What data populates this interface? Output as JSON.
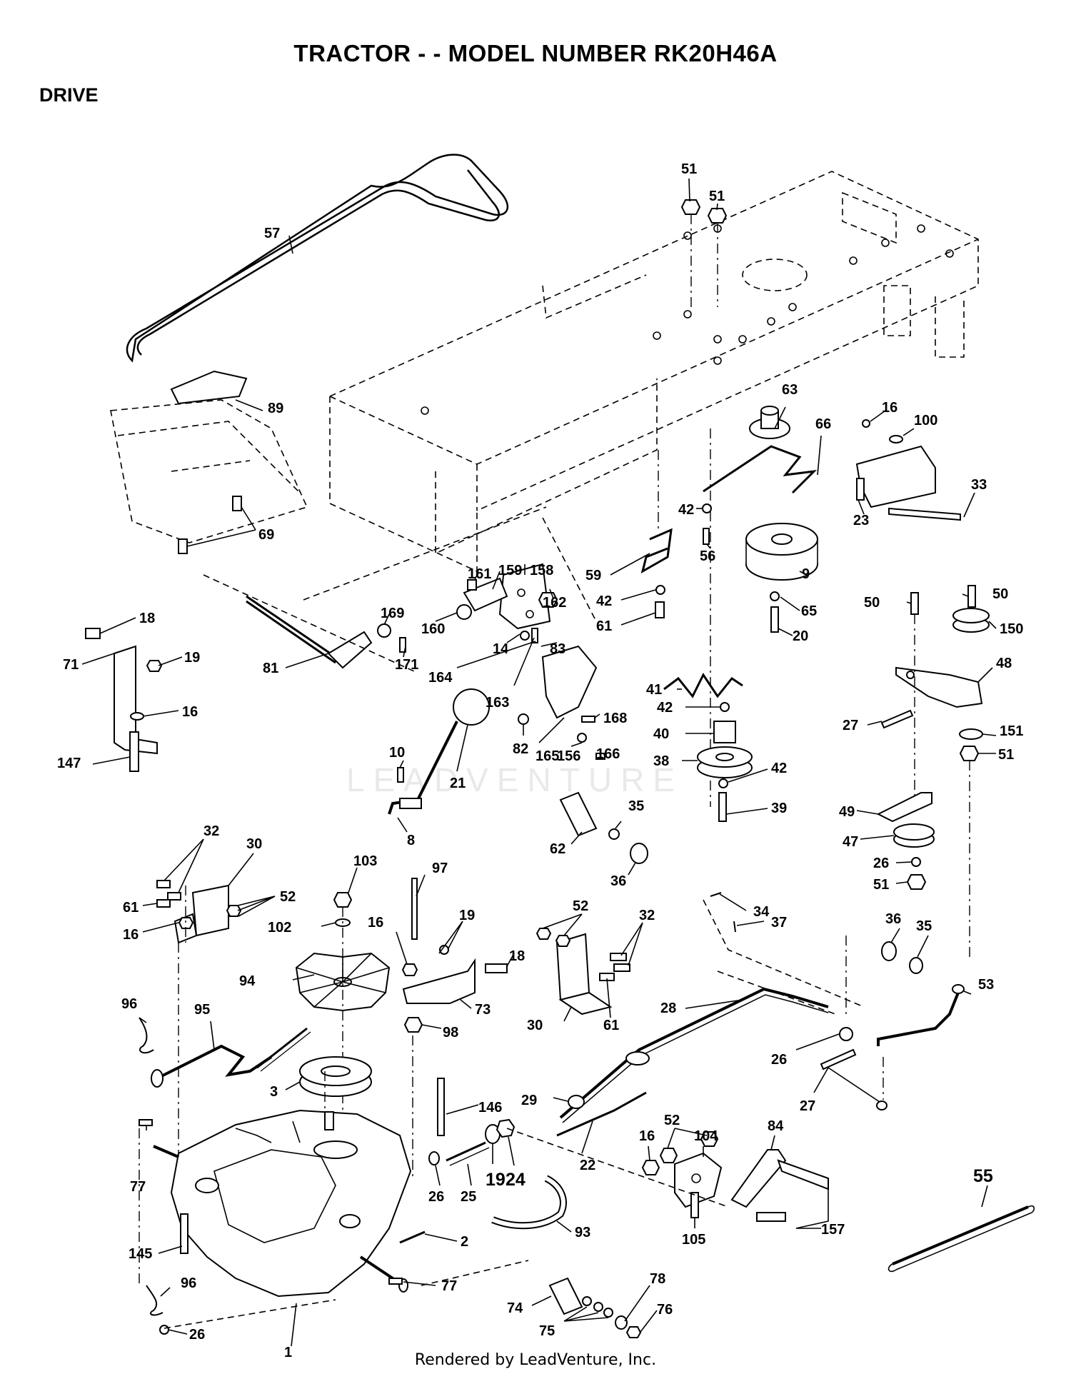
{
  "header": {
    "title": "TRACTOR - - MODEL NUMBER RK20H46A",
    "section": "DRIVE"
  },
  "watermark": "LEADVENTURE",
  "footer": "Rendered by LeadVenture, Inc.",
  "callouts": {
    "c57": "57",
    "c89": "89",
    "c69": "69",
    "c51a": "51",
    "c51b": "51",
    "c63": "63",
    "c66": "66",
    "c16a": "16",
    "c100": "100",
    "c33": "33",
    "c23": "23",
    "c42a": "42",
    "c56": "56",
    "c9": "9",
    "c65": "65",
    "c20": "20",
    "c59": "59",
    "c42b": "42",
    "c61a": "61",
    "c18a": "18",
    "c19a": "19",
    "c71": "71",
    "c16b": "16",
    "c147": "147",
    "c81": "81",
    "c169": "169",
    "c171": "171",
    "c161": "161",
    "c159": "159",
    "c158": "158",
    "c160": "160",
    "c162": "162",
    "c14": "14",
    "c83": "83",
    "c164": "164",
    "c163": "163",
    "c168": "168",
    "c82": "82",
    "c165": "165",
    "c156": "156",
    "c166": "166",
    "c10": "10",
    "c21": "21",
    "c8": "8",
    "c41": "41",
    "c42c": "42",
    "c40": "40",
    "c38": "38",
    "c42d": "42",
    "c39": "39",
    "c50a": "50",
    "c50b": "50",
    "c150": "150",
    "c48": "48",
    "c27a": "27",
    "c151": "151",
    "c51c": "51",
    "c49": "49",
    "c47": "47",
    "c26a": "26",
    "c51d": "51",
    "c32a": "32",
    "c30a": "30",
    "c61b": "61",
    "c52a": "52",
    "c16c": "16",
    "c103": "103",
    "c102": "102",
    "c97": "97",
    "c16d": "16",
    "c19b": "19",
    "c18b": "18",
    "c94": "94",
    "c73": "73",
    "c98": "98",
    "c52b": "52",
    "c32b": "32",
    "c30b": "30",
    "c61c": "61",
    "c62": "62",
    "c35a": "35",
    "c36a": "36",
    "c34": "34",
    "c37": "37",
    "c36b": "36",
    "c35b": "35",
    "c53": "53",
    "c96a": "96",
    "c95": "95",
    "c3": "3",
    "c28": "28",
    "c26b": "26",
    "c27b": "27",
    "c29": "29",
    "c146": "146",
    "c22": "22",
    "c52c": "52",
    "c16e": "16",
    "c104": "104",
    "c84": "84",
    "c55": "55",
    "c77a": "77",
    "c26c": "26",
    "c25": "25",
    "c19c": "19",
    "c24": "24",
    "c105": "105",
    "c157": "157",
    "c93": "93",
    "c2": "2",
    "c145": "145",
    "c96b": "96",
    "c77b": "77",
    "c78": "78",
    "c74": "74",
    "c76": "76",
    "c75": "75",
    "c26d": "26",
    "c1": "1"
  }
}
